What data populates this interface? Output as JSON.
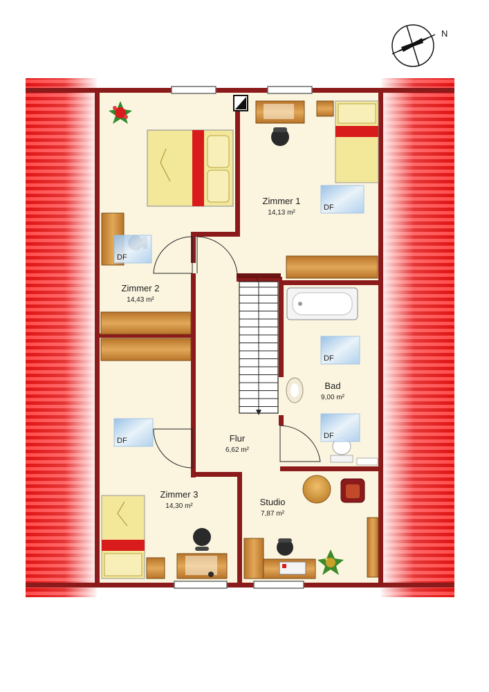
{
  "compass": {
    "label": "N"
  },
  "rooms": [
    {
      "id": "zimmer1",
      "name": "Zimmer 1",
      "area": "14,13 m²"
    },
    {
      "id": "zimmer2",
      "name": "Zimmer 2",
      "area": "14,43 m²"
    },
    {
      "id": "zimmer3",
      "name": "Zimmer 3",
      "area": "14,30 m²"
    },
    {
      "id": "bad",
      "name": "Bad",
      "area": "9,00 m²"
    },
    {
      "id": "flur",
      "name": "Flur",
      "area": "6,62 m²"
    },
    {
      "id": "studio",
      "name": "Studio",
      "area": "7,87 m²"
    }
  ],
  "skylight_label": "DF",
  "colors": {
    "wall": "#8b1a1a",
    "floor": "#fbf5e0",
    "roof_red": "#e11b1b",
    "wood": "#c98a3a",
    "bed_yellow": "#f3e79a",
    "bed_red": "#d81b1b",
    "skylight": "#b9d7f2"
  }
}
